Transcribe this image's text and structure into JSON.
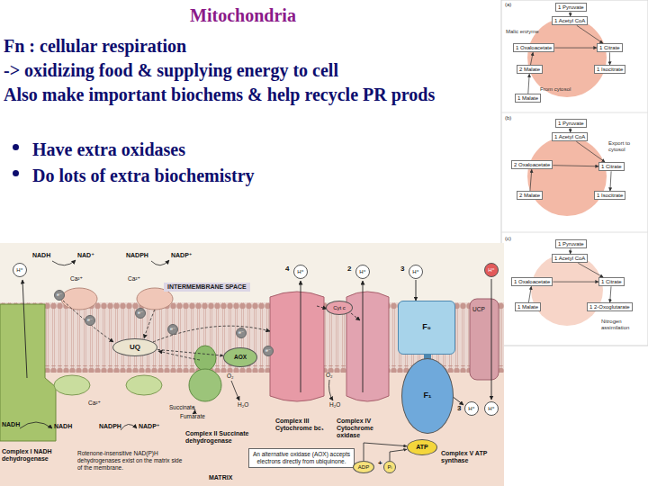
{
  "diagram": {
    "title": "Mitochondria",
    "nodes": [
      {
        "text": [
          "1 Pyruvate"
        ]
      },
      {
        "text": [
          "1 Acetyl CoA"
        ]
      },
      {
        "text": [
          "1 Oxaloacetate"
        ]
      },
      {
        "text": [
          "1 Citrate"
        ]
      },
      {
        "text": [
          "2 Malate"
        ]
      },
      {
        "text": [
          "1 Isocitrate"
        ]
      },
      {
        "text": [
          "1 Malate"
        ]
      },
      {
        "text": [
          "1 Pyruvate"
        ]
      },
      {
        "text": [
          "1 Acetyl CoA"
        ]
      },
      {
        "text": [
          "2 Oxaloacetate"
        ]
      },
      {
        "text": [
          "1 Citrate"
        ]
      },
      {
        "text": [
          "2 Malate"
        ]
      },
      {
        "text": [
          "1 Isocitrate"
        ]
      },
      {
        "text": [
          "1 Pyruvate"
        ]
      },
      {
        "text": [
          "1 Acetyl CoA"
        ]
      },
      {
        "text": [
          "1 Oxaloacetate"
        ]
      },
      {
        "text": [
          "1 Citrate"
        ]
      },
      {
        "text": [
          "1 Malate"
        ]
      },
      {
        "text": [
          "1 2-Oxoglutarate"
        ]
      },
      {
        "text": [
          "H⁺"
        ]
      },
      {
        "text": [
          "UQ"
        ]
      },
      {
        "text": [
          "AOX"
        ]
      },
      {
        "text": [
          "Cyt c"
        ]
      },
      {
        "text": [
          "F₀"
        ]
      },
      {
        "text": [
          "F₁"
        ]
      },
      {
        "text": [
          "H⁺"
        ]
      },
      {
        "text": [
          "H⁺"
        ]
      },
      {
        "text": [
          "H⁺"
        ]
      },
      {
        "text": [
          "H⁺"
        ]
      },
      {
        "text": [
          "H⁺"
        ]
      },
      {
        "text": [
          "H⁺"
        ]
      },
      {
        "text": [
          "e⁻"
        ]
      },
      {
        "text": [
          "e⁻"
        ]
      },
      {
        "text": [
          "e⁻"
        ]
      },
      {
        "text": [
          "e⁻"
        ]
      },
      {
        "text": [
          "e⁻"
        ]
      },
      {
        "text": [
          "e⁻"
        ]
      },
      {
        "text": [
          "An alternative oxidase (AOX) accepts electrons directly from ubiquinone."
        ]
      },
      {
        "text": [
          "ATP"
        ]
      },
      {
        "text": [
          "ADP"
        ]
      },
      {
        "text": [
          "Pᵢ"
        ]
      }
    ],
    "edges": [
      {
        "from": 0,
        "to": 1,
        "arrow": "to"
      },
      {
        "from": 1,
        "to": 3,
        "arrow": "to"
      },
      {
        "from": 2,
        "to": 3,
        "arrow": "to"
      },
      {
        "from": 3,
        "to": 5,
        "arrow": "to"
      },
      {
        "from": 4,
        "to": 2,
        "arrow": "to"
      },
      {
        "from": 6,
        "to": 4,
        "arrow": "to"
      },
      {
        "from": 7,
        "to": 8,
        "arrow": "to"
      },
      {
        "from": 8,
        "to": 10,
        "arrow": "to"
      },
      {
        "from": 9,
        "to": 10,
        "arrow": "to"
      },
      {
        "from": 10,
        "to": 12,
        "arrow": "to"
      },
      {
        "from": 11,
        "to": 9,
        "arrow": "to"
      },
      {
        "from": 13,
        "to": 14,
        "arrow": "to"
      },
      {
        "from": 14,
        "to": 16,
        "arrow": "to"
      },
      {
        "from": 15,
        "to": 16,
        "arrow": "to"
      },
      {
        "from": 16,
        "to": 18,
        "arrow": "to"
      },
      {
        "from": 17,
        "to": 15,
        "arrow": "to"
      },
      {
        "from": 20,
        "to": 21,
        "arrow": "to"
      },
      {
        "from": 39,
        "to": 38,
        "arrow": "to"
      },
      {
        "from": 40,
        "to": 38,
        "arrow": "to"
      }
    ],
    "labels": [
      "Fn : cellular respiration",
      "-> oxidizing food & supplying energy to cell",
      "Also make important biochems & help recycle PR prods",
      "Have extra oxidases",
      "Do lots of extra biochemistry",
      "(a)",
      "Malic enzyme",
      "From cytosol",
      "(b)",
      "Export to cytosol",
      "(c)",
      "Nitrogen assimilation",
      "NADH",
      "NAD⁺",
      "NADPH",
      "NADP⁺",
      "Ca²⁺",
      "Ca²⁺",
      "INTERMEMBRANE SPACE",
      "4",
      "2",
      "3",
      "UCP",
      "Succinate",
      "Fumarate",
      "O₂",
      "H₂O",
      "O₂",
      "H₂O",
      "Ca²⁺",
      "NADH",
      "NADH",
      "NADPH",
      "NADP⁺",
      "Complex I NADH dehydrogenase",
      "Rotenone-insensitive NAD(P)H dehydrogenases exist on the matrix side of the membrane.",
      "Complex II Succinate dehydrogenase",
      "Complex III Cytochrome bc₁",
      "Complex IV Cytochrome oxidase",
      "MATRIX",
      "3",
      "+",
      "Complex V ATP synthase"
    ]
  }
}
